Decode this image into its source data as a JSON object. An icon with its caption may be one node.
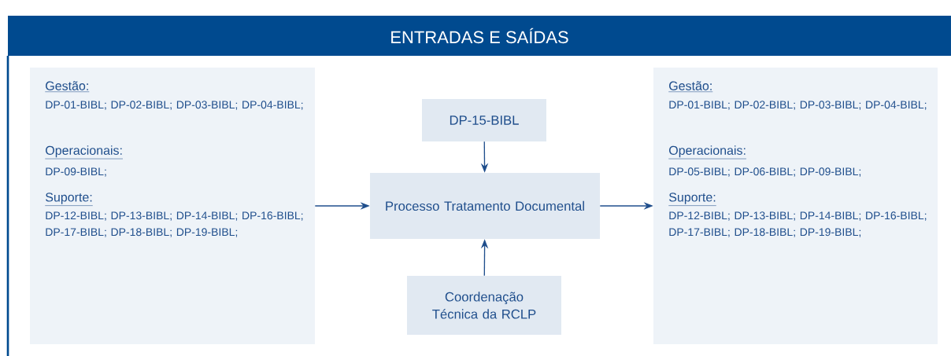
{
  "diagram": {
    "title": "ENTRADAS E SAÍDAS",
    "nodes": [
      {
        "text": [
          "Gestão:",
          "DP-01-BIBL; DP-02-BIBL; DP-03-BIBL; DP-04-BIBL;",
          "Operacionais:",
          "DP-09-BIBL;",
          "Suporte:",
          "DP-12-BIBL; DP-13-BIBL; DP-14-BIBL; DP-16-BIBL; DP-17-BIBL; DP-18-BIBL; DP-19-BIBL;"
        ]
      },
      {
        "text": [
          "DP-15-BIBL"
        ]
      },
      {
        "text": [
          "Processo Tratamento Documental"
        ]
      },
      {
        "text": [
          "Coordenação Técnica da RCLP"
        ]
      },
      {
        "text": [
          "Gestão:",
          "DP-01-BIBL; DP-02-BIBL; DP-03-BIBL; DP-04-BIBL;",
          "Operacionais:",
          "DP-05-BIBL; DP-06-BIBL; DP-09-BIBL;",
          "Suporte:",
          "DP-12-BIBL; DP-13-BIBL; DP-14-BIBL; DP-16-BIBL; DP-17-BIBL; DP-18-BIBL; DP-19-BIBL;"
        ]
      }
    ],
    "edges": [
      {
        "from": 0,
        "to": 2,
        "arrow": "to"
      },
      {
        "from": 2,
        "to": 4,
        "arrow": "to"
      },
      {
        "from": 1,
        "to": 2,
        "arrow": "to"
      },
      {
        "from": 3,
        "to": 2,
        "arrow": "to"
      }
    ]
  }
}
